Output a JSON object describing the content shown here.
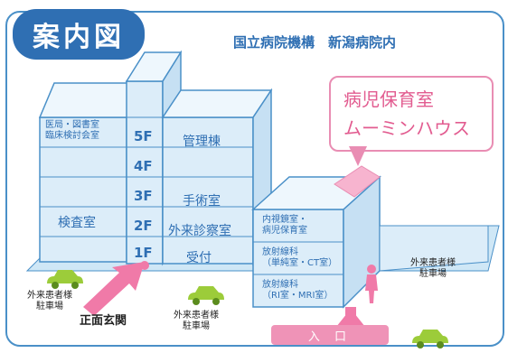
{
  "header": {
    "title": "案内図",
    "subtitle": "国立病院機構　新潟病院内"
  },
  "daycare": {
    "line1": "病児保育室",
    "line2": "ムーミンハウス"
  },
  "floors": [
    "5F",
    "4F",
    "3F",
    "2F",
    "1F"
  ],
  "left_wing": {
    "top_room": "医局・図書室\n臨床検討会室",
    "lab": "検査室"
  },
  "right_wing": {
    "f5": "管理棟",
    "f3": "手術室",
    "f2": "外来診察室",
    "f1": "受付"
  },
  "annex": {
    "upper": "内視鏡室・\n病児保育室",
    "mid": "放射線科\n（単純室・CT室）",
    "low": "放射線科\n（RI室・MRI室）"
  },
  "parking": {
    "left": "外来患者様\n駐車場",
    "center": "外来患者様\n駐車場",
    "right": "外来患者様\n駐車場"
  },
  "entrance": {
    "main": "正面玄関",
    "side": "入 口"
  },
  "colors": {
    "blue": "#2f6fb3",
    "building": "#d8ecf8",
    "pink": "#e98db3",
    "car": "#9ccc3a"
  }
}
